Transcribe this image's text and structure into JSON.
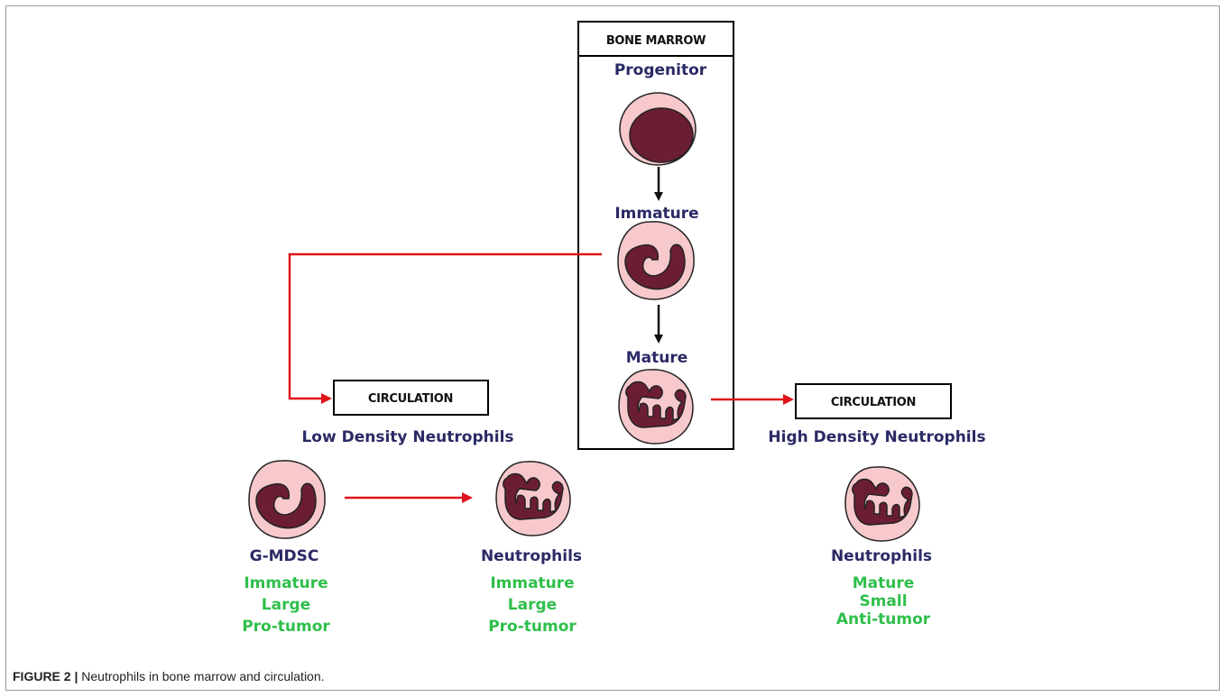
{
  "bone_marrow": {
    "title": "BONE MARROW",
    "stages": [
      "Progenitor",
      "Immature",
      "Mature"
    ]
  },
  "left_panel": {
    "box_label": "CIRCULATION",
    "heading": "Low Density Neutrophils",
    "cell_1": {
      "name": "G-MDSC",
      "traits": [
        "Immature",
        "Large",
        "Pro-tumor"
      ]
    },
    "cell_2": {
      "name": "Neutrophils",
      "traits": [
        "Immature",
        "Large",
        "Pro-tumor"
      ]
    }
  },
  "right_panel": {
    "box_label": "CIRCULATION",
    "heading": "High Density Neutrophils",
    "cell": {
      "name": "Neutrophils",
      "traits": [
        "Mature",
        "Small",
        "Anti-tumor"
      ]
    }
  },
  "caption": {
    "label": "FIGURE 2 |",
    "text": " Neutrophils in bone marrow and circulation."
  },
  "colors": {
    "cell_fill": "#f7c9cc",
    "nucleus": "#6b1e33",
    "arrow_red": "#e0141b",
    "label_navy": "#2a2a66",
    "trait_green": "#2fbf4a"
  }
}
